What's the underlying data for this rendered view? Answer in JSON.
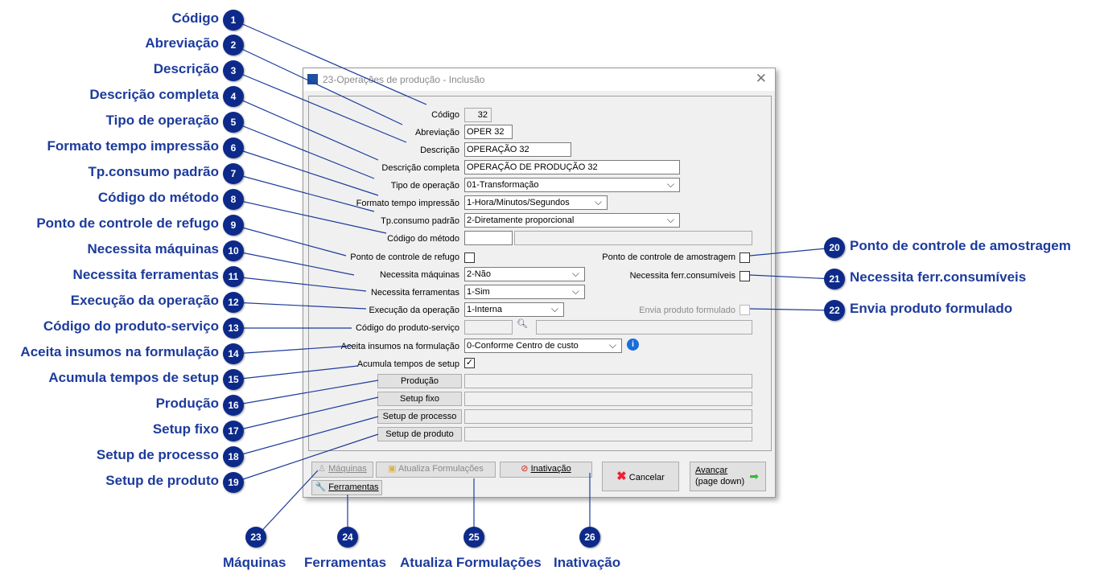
{
  "dialog": {
    "title": "23-Operações de produção - Inclusão",
    "close": "✕"
  },
  "form": {
    "codigo": {
      "label": "Código",
      "value": "32"
    },
    "abreviacao": {
      "label": "Abreviação",
      "value": "OPER 32"
    },
    "descricao": {
      "label": "Descrição",
      "value": "OPERAÇÃO 32"
    },
    "descricao_completa": {
      "label": "Descrição completa",
      "value": "OPERAÇÃO DE PRODUÇÃO 32"
    },
    "tipo_operacao": {
      "label": "Tipo de operação",
      "value": "01-Transformação"
    },
    "formato_tempo": {
      "label": "Formato tempo impressão",
      "value": "1-Hora/Minutos/Segundos"
    },
    "tp_consumo": {
      "label": "Tp.consumo padrão",
      "value": "2-Diretamente proporcional"
    },
    "codigo_metodo": {
      "label": "Código do método",
      "value": "",
      "desc": ""
    },
    "ponto_refugo": {
      "label": "Ponto de controle de refugo",
      "checked": false
    },
    "ponto_amostragem": {
      "label": "Ponto de controle de amostragem",
      "checked": false
    },
    "necessita_maquinas": {
      "label": "Necessita máquinas",
      "value": "2-Não"
    },
    "necessita_ferr_consumiveis": {
      "label": "Necessita ferr.consumíveis",
      "checked": false
    },
    "necessita_ferramentas": {
      "label": "Necessita ferramentas",
      "value": "1-Sim"
    },
    "execucao": {
      "label": "Execução da operação",
      "value": "1-Interna"
    },
    "envia_formulado": {
      "label": "Envia produto formulado",
      "checked": false
    },
    "codigo_produto": {
      "label": "Código do produto-serviço",
      "value": "",
      "desc": ""
    },
    "aceita_insumos": {
      "label": "Aceita insumos na formulação",
      "value": "0-Conforme Centro de custo"
    },
    "acumula_setup": {
      "label": "Acumula tempos de setup",
      "checked": true,
      "mark": "✓"
    },
    "producao": {
      "label": "Produção",
      "value": ""
    },
    "setup_fixo": {
      "label": "Setup fixo",
      "value": ""
    },
    "setup_processo": {
      "label": "Setup de processo",
      "value": ""
    },
    "setup_produto": {
      "label": "Setup de produto",
      "value": ""
    }
  },
  "buttons": {
    "maquinas": "Máquinas",
    "atualiza": "Atualiza Formulações",
    "inativacao": "Inativação",
    "ferramentas": "Ferramentas",
    "cancelar": "Cancelar",
    "avancar_1": "Avançar",
    "avancar_2": "(page down)"
  },
  "callouts": [
    {
      "n": "1",
      "label": "Código"
    },
    {
      "n": "2",
      "label": "Abreviação"
    },
    {
      "n": "3",
      "label": "Descrição"
    },
    {
      "n": "4",
      "label": "Descrição completa"
    },
    {
      "n": "5",
      "label": "Tipo de operação"
    },
    {
      "n": "6",
      "label": "Formato tempo impressão"
    },
    {
      "n": "7",
      "label": "Tp.consumo padrão"
    },
    {
      "n": "8",
      "label": "Código do método"
    },
    {
      "n": "9",
      "label": "Ponto de controle de refugo"
    },
    {
      "n": "10",
      "label": "Necessita máquinas"
    },
    {
      "n": "11",
      "label": "Necessita ferramentas"
    },
    {
      "n": "12",
      "label": "Execução da operação"
    },
    {
      "n": "13",
      "label": "Código do produto-serviço"
    },
    {
      "n": "14",
      "label": "Aceita insumos na formulação"
    },
    {
      "n": "15",
      "label": "Acumula tempos de setup"
    },
    {
      "n": "16",
      "label": "Produção"
    },
    {
      "n": "17",
      "label": "Setup fixo"
    },
    {
      "n": "18",
      "label": "Setup de processo"
    },
    {
      "n": "19",
      "label": "Setup de produto"
    },
    {
      "n": "20",
      "label": "Ponto de controle de amostragem"
    },
    {
      "n": "21",
      "label": "Necessita ferr.consumíveis"
    },
    {
      "n": "22",
      "label": "Envia produto formulado"
    },
    {
      "n": "23",
      "label": "Máquinas"
    },
    {
      "n": "24",
      "label": "Ferramentas"
    },
    {
      "n": "25",
      "label": "Atualiza Formulações"
    },
    {
      "n": "26",
      "label": "Inativação"
    }
  ],
  "colors": {
    "callout": "#0d2a8a",
    "callout_text": "#1d3b9c"
  }
}
